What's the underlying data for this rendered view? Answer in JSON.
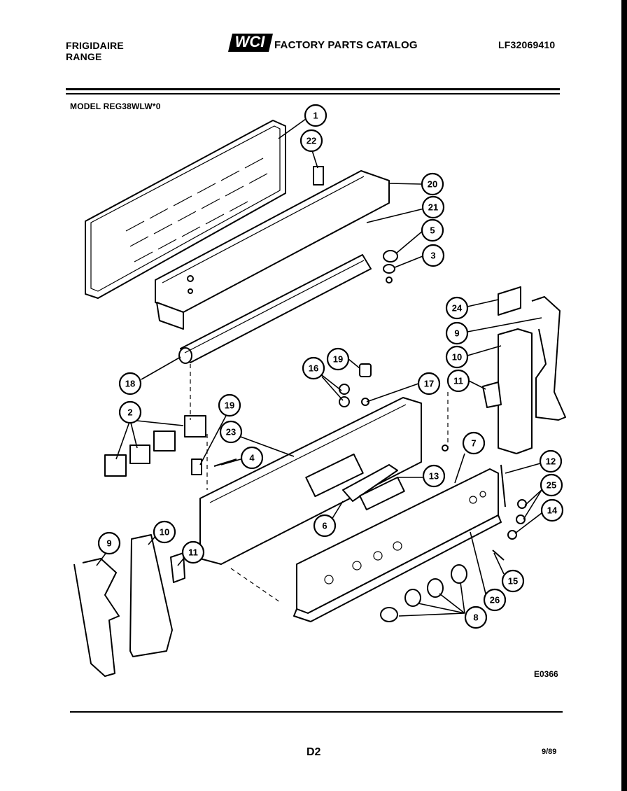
{
  "header": {
    "brand": "FRIGIDAIRE",
    "product": "RANGE",
    "logo_text": "WCI",
    "catalog_title": "FACTORY PARTS CATALOG",
    "part_number": "LF32069410",
    "model": "MODEL REG38WLW*0"
  },
  "diagram": {
    "figure_id": "E0366",
    "callouts": [
      "1",
      "22",
      "20",
      "21",
      "5",
      "3",
      "24",
      "9",
      "10",
      "11",
      "18",
      "19",
      "16",
      "17",
      "7",
      "2",
      "19",
      "23",
      "4",
      "13",
      "12",
      "25",
      "14",
      "6",
      "15",
      "26",
      "8",
      "9",
      "10",
      "11"
    ]
  },
  "footer": {
    "page": "D2",
    "date": "9/89"
  }
}
